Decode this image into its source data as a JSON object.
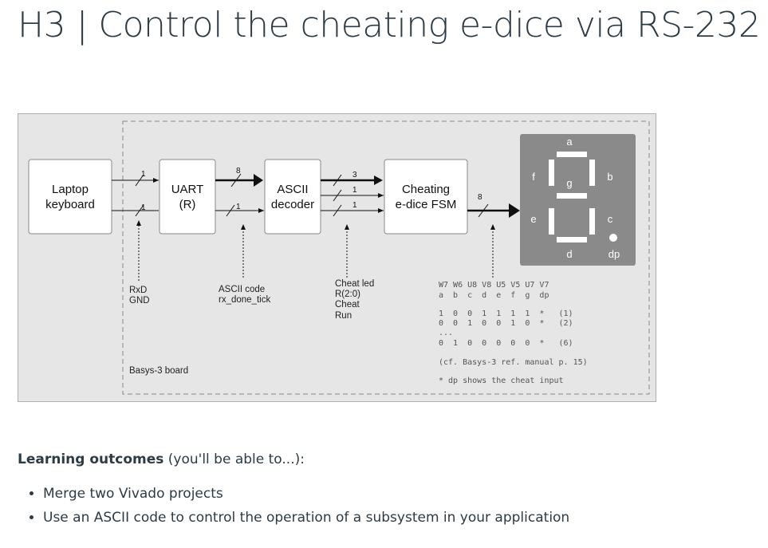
{
  "page": {
    "title": "H3 | Control the cheating e-dice via RS-232"
  },
  "diagram": {
    "blocks": {
      "laptop": [
        "Laptop",
        "keyboard"
      ],
      "uart": [
        "UART",
        "(R)"
      ],
      "ascii": [
        "ASCII",
        "decoder"
      ],
      "fsm": [
        "Cheating",
        "e-dice FSM"
      ]
    },
    "bus_widths": {
      "rx": "1",
      "gnd": "1",
      "ascii_code": "8",
      "rx_done": "1",
      "cheat_led": "3",
      "cheat": "1",
      "run": "1",
      "seg_out": "8"
    },
    "signals": {
      "rxd": "RxD",
      "gnd": "GND",
      "ascii_code": "ASCII code",
      "rx_done_tick": "rx_done_tick",
      "cheat_led": "Cheat led",
      "cheat_led_range": "R(2:0)",
      "cheat": "Cheat",
      "run": "Run"
    },
    "board_label": "Basys-3 board",
    "segments": {
      "a": "a",
      "b": "b",
      "c": "c",
      "d": "d",
      "e": "e",
      "f": "f",
      "g": "g",
      "dp": "dp"
    },
    "segment_table": {
      "pins_header": "W7 W6 U8 V8 U5 V5 U7 V7",
      "names_header": "a  b  c  d  e  f  g  dp",
      "row1": "1  0  0  1  1  1  1  *   (1)",
      "row2": "0  0  1  0  0  1  0  *   (2)",
      "ellipsis": "...",
      "row6": "0  1  0  0  0  0  0  *   (6)",
      "reference": "(cf. Basys-3 ref. manual p. 15)",
      "note": "* dp shows the cheat input"
    },
    "colors": {
      "background": "#e6e6e6",
      "display": "#8a8a8a",
      "segment": "#ffffff"
    }
  },
  "learning_outcomes": {
    "heading_bold": "Learning outcomes",
    "heading_rest": " (you'll be able to...):",
    "items": [
      "Merge two Vivado projects",
      "Use an ASCII code to control the operation of a subsystem in your application"
    ]
  }
}
